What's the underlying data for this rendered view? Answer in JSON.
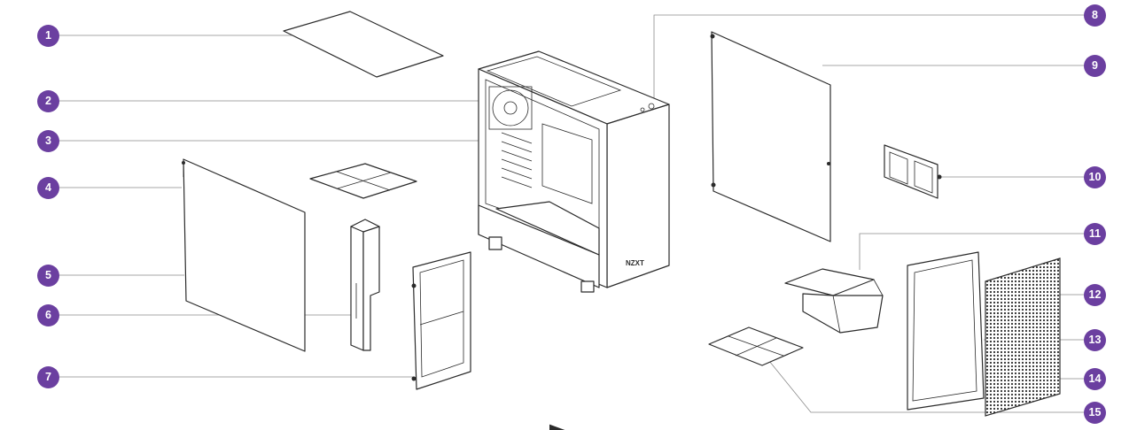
{
  "colors": {
    "callout_fill": "#6b3fa0",
    "callout_text": "#ffffff",
    "line_art": "#2b2b2b",
    "leader_line": "#8a8a8a"
  },
  "case_logo": "NZXT",
  "callouts": [
    {
      "id": "1",
      "label": "1"
    },
    {
      "id": "2",
      "label": "2"
    },
    {
      "id": "3",
      "label": "3"
    },
    {
      "id": "4",
      "label": "4"
    },
    {
      "id": "5",
      "label": "5"
    },
    {
      "id": "6",
      "label": "6"
    },
    {
      "id": "7",
      "label": "7"
    },
    {
      "id": "8",
      "label": "8"
    },
    {
      "id": "9",
      "label": "9"
    },
    {
      "id": "10",
      "label": "10"
    },
    {
      "id": "11",
      "label": "11"
    },
    {
      "id": "12",
      "label": "12"
    },
    {
      "id": "13",
      "label": "13"
    },
    {
      "id": "14",
      "label": "14"
    },
    {
      "id": "15",
      "label": "15"
    }
  ]
}
